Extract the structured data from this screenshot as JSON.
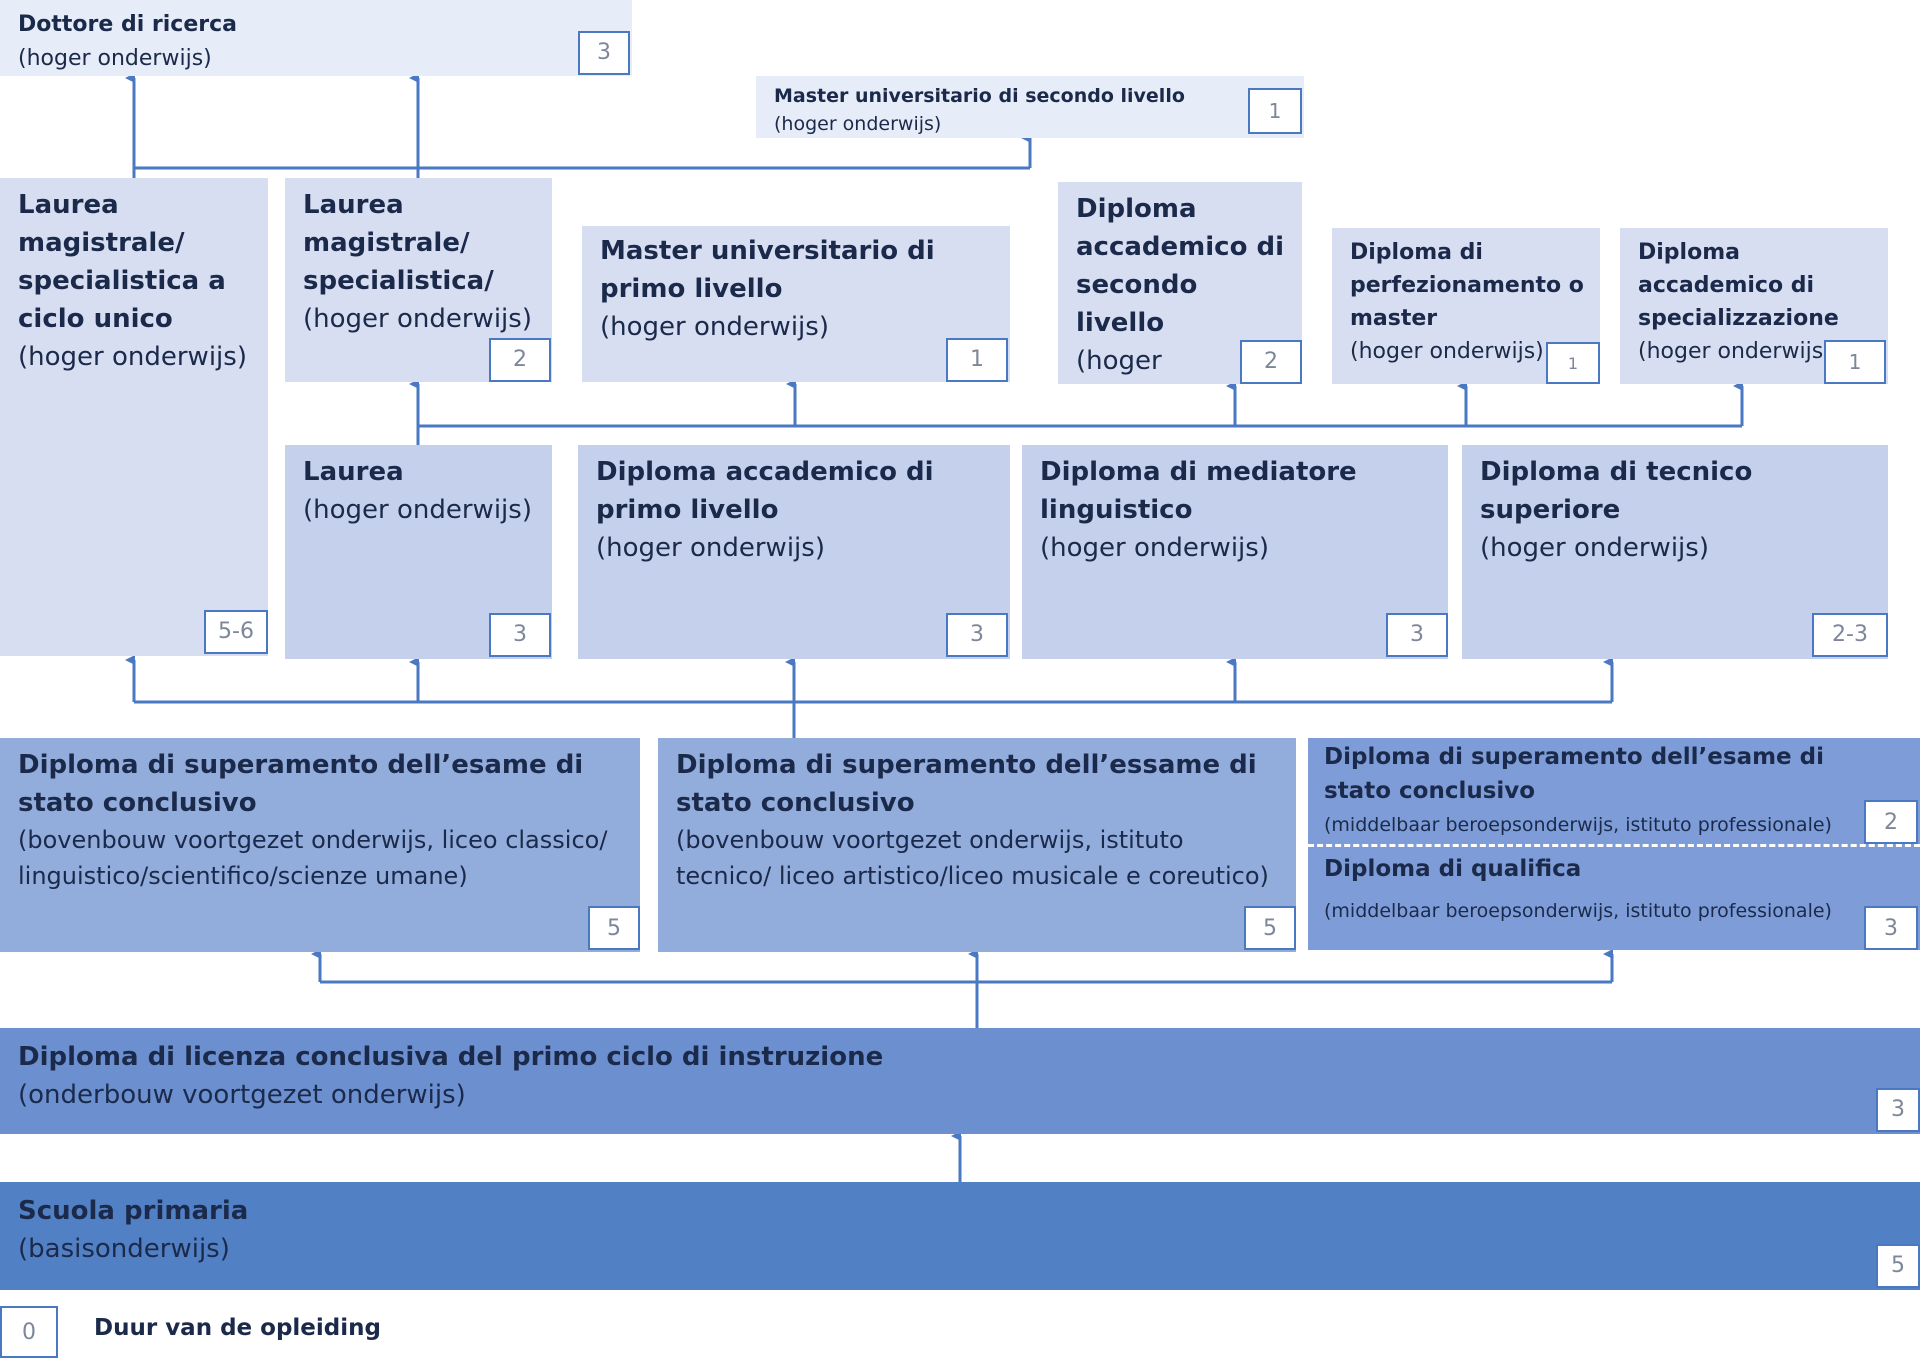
{
  "colors": {
    "arrow": "#4a78c2",
    "level1": "#e6ecf8",
    "level2": "#d7def2",
    "level3": "#c5d1ec",
    "level4": "#92acdc",
    "level5": "#7e9dd8",
    "level6": "#6b8fcf",
    "level7": "#5280c5"
  },
  "boxes": {
    "dottore": {
      "title": "Dottore di ricerca",
      "sub": "(hoger onderwijs)",
      "years": "3"
    },
    "master2": {
      "title": "Master universitario di secondo livello",
      "sub": "(hoger onderwijs)",
      "years": "1"
    },
    "laurea_mag_cu": {
      "title": "Laurea magistrale/ specialistica a ciclo unico",
      "sub": "(hoger onderwijs)",
      "years": "5-6"
    },
    "laurea_mag": {
      "title": "Laurea magistrale/ specialistica/",
      "sub": "(hoger onderwijs)",
      "years": "2"
    },
    "master1": {
      "title": "Master universitario di primo livello",
      "sub": "(hoger onderwijs)",
      "years": "1"
    },
    "dipl_acc2": {
      "title": "Diploma accademico di secondo livello",
      "sub": "(hoger onderwijs)",
      "years": "2"
    },
    "dipl_perf": {
      "title": "Diploma di perfezionamento o master",
      "sub": "(hoger onderwijs)",
      "years": "1"
    },
    "dipl_spec": {
      "title": "Diploma accademico di specializzazione",
      "sub": "(hoger onderwijs)",
      "years": "1"
    },
    "laurea": {
      "title": "Laurea",
      "sub": "(hoger onderwijs)",
      "years": "3"
    },
    "dipl_acc1": {
      "title": "Diploma accademico di primo livello",
      "sub": "(hoger onderwijs)",
      "years": "3"
    },
    "dipl_med": {
      "title": "Diploma di mediatore linguistico",
      "sub": "(hoger onderwijs)",
      "years": "3"
    },
    "dipl_tec": {
      "title": "Diploma di tecnico superiore",
      "sub": "(hoger onderwijs)",
      "years": "2-3"
    },
    "esame_liceo": {
      "title": "Diploma di superamento dell’esame di stato conclusivo",
      "sub": "(bovenbouw voortgezet onderwijs, liceo classico/ linguistico/scientifico/scienze umane)",
      "years": "5"
    },
    "esame_tecnico": {
      "title": "Diploma di superamento dell’essame di stato conclusivo",
      "sub": "(bovenbouw voortgezet onderwijs, istituto tecnico/ liceo artistico/liceo musicale e coreutico)",
      "years": "5"
    },
    "esame_prof": {
      "title": "Diploma di superamento dell’esame di stato conclusivo",
      "sub": "(middelbaar beroepsonderwijs, istituto professionale)",
      "years": "2"
    },
    "qualifica": {
      "title": "Diploma di qualifica",
      "sub": "(middelbaar beroepsonderwijs, istituto professionale)",
      "years": "3"
    },
    "licenza": {
      "title": "Diploma di licenza conclusiva del primo ciclo di instruzione",
      "sub": "(onderbouw voortgezet onderwijs)",
      "years": "3"
    },
    "primaria": {
      "title": "Scuola primaria",
      "sub": "(basisonderwijs)",
      "years": "5"
    }
  },
  "legend": {
    "sample": "0",
    "label": "Duur van de opleiding"
  }
}
